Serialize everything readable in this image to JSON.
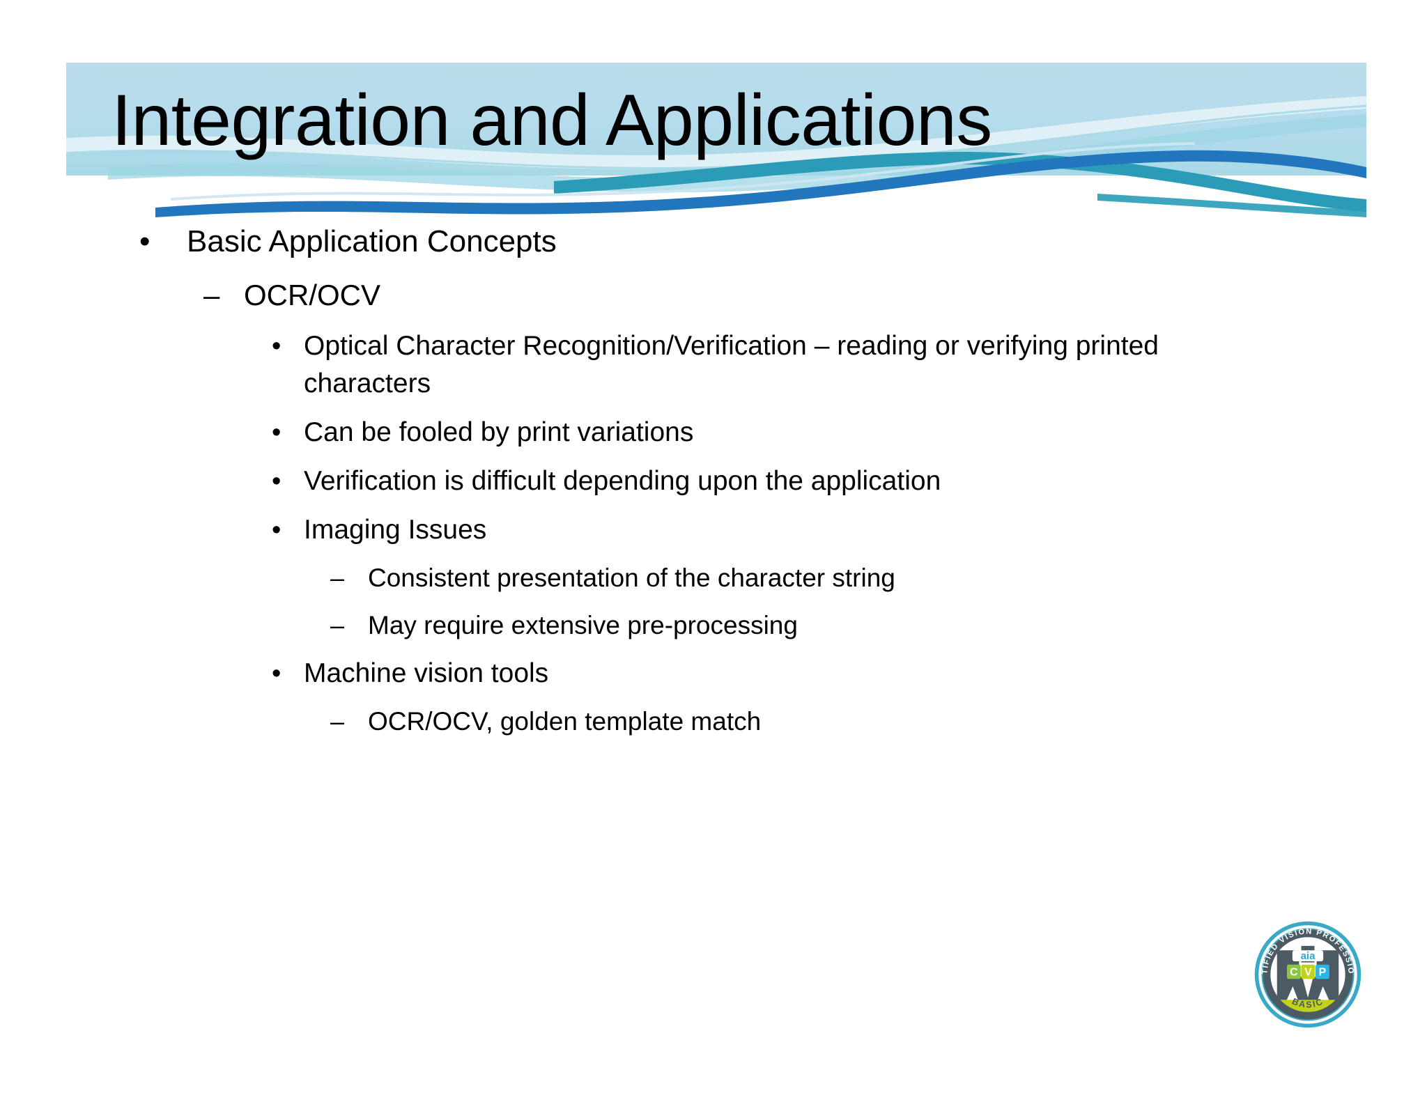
{
  "slide": {
    "title": "Integration and Applications",
    "background_color": "#ffffff",
    "banner_color": "#b6dced",
    "wave_colors": {
      "dark_blue": "#2276bd",
      "teal": "#2a9cb8",
      "light_teal": "#7fc9dd",
      "pale": "#dcecf4"
    }
  },
  "content": {
    "bullets": [
      {
        "level": 1,
        "marker": "•",
        "text": "Basic Application Concepts"
      },
      {
        "level": 2,
        "marker": "–",
        "text": "OCR/OCV"
      },
      {
        "level": 3,
        "marker": "•",
        "text": "Optical Character Recognition/Verification – reading or verifying printed characters"
      },
      {
        "level": 3,
        "marker": "•",
        "text": "Can be fooled by print variations"
      },
      {
        "level": 3,
        "marker": "•",
        "text": "Verification is difficult depending upon the application"
      },
      {
        "level": 3,
        "marker": "•",
        "text": "Imaging Issues"
      },
      {
        "level": 4,
        "marker": "–",
        "text": "Consistent presentation of the character string"
      },
      {
        "level": 4,
        "marker": "–",
        "text": "May require extensive pre-processing"
      },
      {
        "level": 3,
        "marker": "•",
        "text": "Machine vision tools"
      },
      {
        "level": 4,
        "marker": "–",
        "text": "OCR/OCV, golden template match"
      }
    ]
  },
  "badge": {
    "name": "cvp-certification-badge",
    "arc_text": "CERTIFIED VISION PROFESSIONAL",
    "brand": "aia",
    "letters": [
      "C",
      "V",
      "P"
    ],
    "level_text": "BASIC",
    "colors": {
      "outer_ring": "#3aa9c6",
      "inner_dark": "#4c5a63",
      "green": "#8cc63f",
      "yellow_green": "#c2d11a",
      "blue": "#29b6e8",
      "basic_band": "#c2d11a",
      "aia_blue": "#29a8df"
    }
  }
}
